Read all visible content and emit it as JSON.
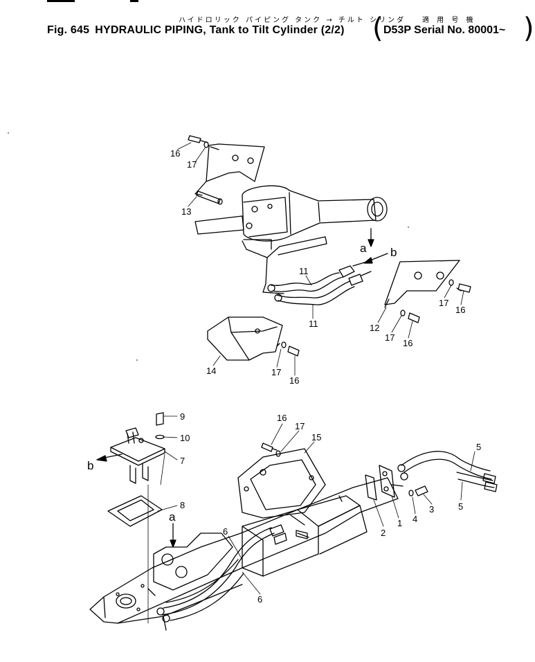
{
  "header": {
    "japanese_title": "ハイドロリック パイピング タンク → チルト シリンダ",
    "japanese_serial": "適 用 号 機",
    "fig_label": "Fig. 645",
    "title": "HYDRAULIC PIPING, Tank to Tilt Cylinder (2/2)",
    "serial": "D53P Serial No. 80001~"
  },
  "callouts": {
    "c16a": "16",
    "c17a": "17",
    "c13": "13",
    "ca1": "a",
    "cb1": "b",
    "c11a": "11",
    "c11b": "11",
    "c17b": "17",
    "c16b": "16",
    "c12": "12",
    "c17c": "17",
    "c16c": "16",
    "c14": "14",
    "c17d": "17",
    "c16d": "16",
    "c9": "9",
    "c10": "10",
    "cb2": "b",
    "c7": "7",
    "c8": "8",
    "ca2": "a",
    "c16e": "16",
    "c17e": "17",
    "c15": "15",
    "c5a": "5",
    "c5b": "5",
    "c3": "3",
    "c4": "4",
    "c1": "1",
    "c2": "2",
    "c6a": "6",
    "c6b": "6"
  }
}
